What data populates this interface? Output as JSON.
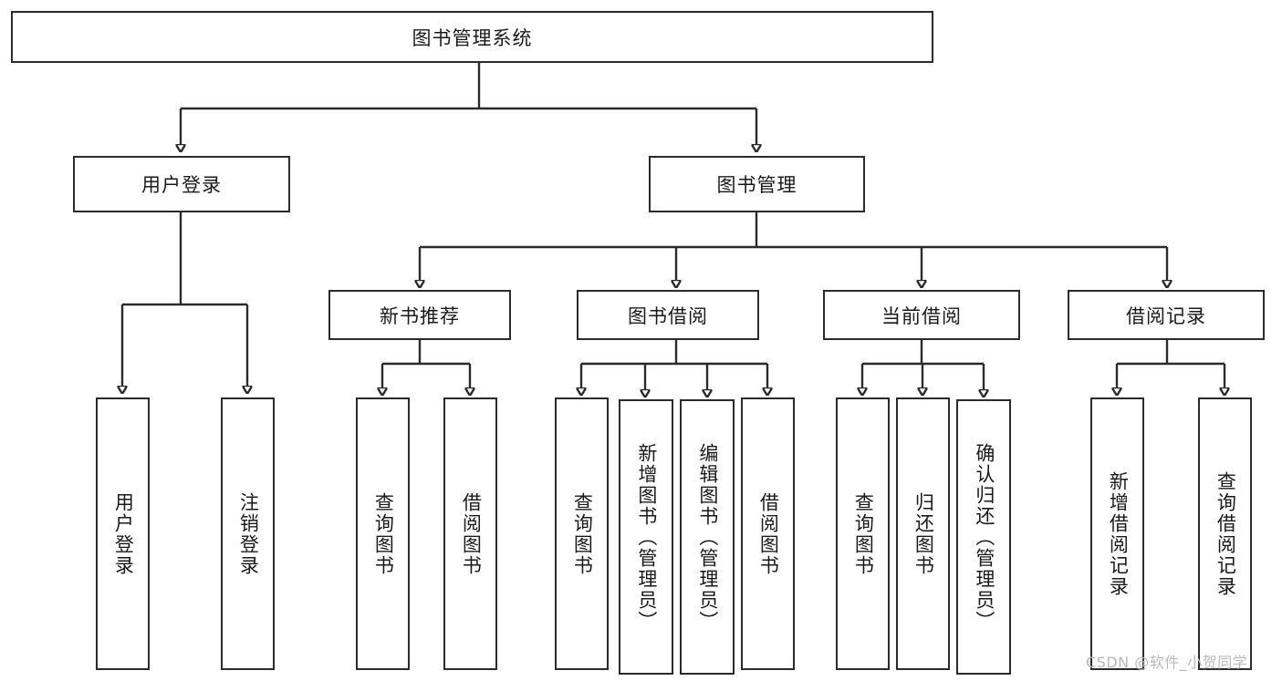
{
  "diagram": {
    "type": "tree-hierarchy-chart",
    "title": "图书管理系统",
    "watermark": "CSDN @软件_小贺同学",
    "colors": {
      "stroke": "#2b2b2b",
      "fill": "#ffffff",
      "text": "#1a1a1a",
      "watermark": "#b9b9b9"
    },
    "root": {
      "label": "图书管理系统"
    },
    "level2": [
      {
        "label": "用户登录"
      },
      {
        "label": "图书管理"
      }
    ],
    "level3": [
      {
        "label": "新书推荐"
      },
      {
        "label": "图书借阅"
      },
      {
        "label": "当前借阅"
      },
      {
        "label": "借阅记录"
      }
    ],
    "leaves": {
      "user_login": [
        {
          "label": "用户登录"
        },
        {
          "label": "注销登录"
        }
      ],
      "new_book_recommend": [
        {
          "label": "查询图书"
        },
        {
          "label": "借阅图书"
        }
      ],
      "book_borrow": [
        {
          "label": "查询图书"
        },
        {
          "label": "新增图书（管理员）"
        },
        {
          "label": "编辑图书（管理员）"
        },
        {
          "label": "借阅图书"
        }
      ],
      "current_borrow": [
        {
          "label": "查询图书"
        },
        {
          "label": "归还图书"
        },
        {
          "label": "确认归还（管理员）"
        }
      ],
      "borrow_record": [
        {
          "label": "新增借阅记录"
        },
        {
          "label": "查询借阅记录"
        }
      ]
    }
  }
}
